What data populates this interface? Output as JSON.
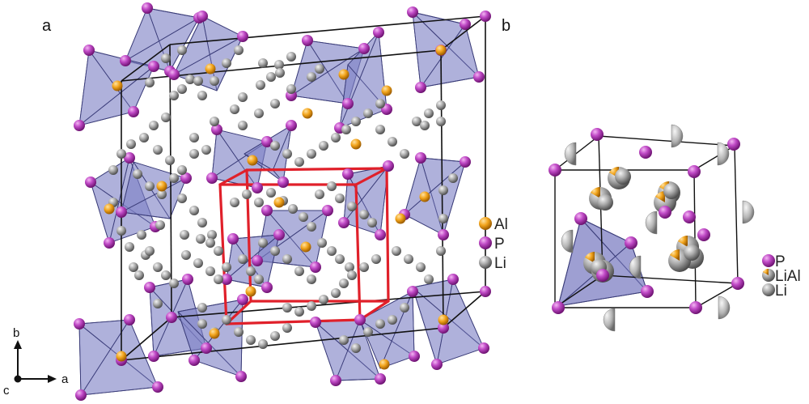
{
  "panels": {
    "a": {
      "label": "a",
      "legend": [
        {
          "label": "Al",
          "color": "#f2a41c"
        },
        {
          "label": "P",
          "color": "#b23bb8"
        },
        {
          "label": "Li",
          "color": "#9a9a9a"
        }
      ]
    },
    "b": {
      "label": "b",
      "legend": [
        {
          "label": "P",
          "color": "#b23bb8"
        },
        {
          "label": "LiAl",
          "color": "#f2a41c"
        },
        {
          "label": "Li",
          "color": "#9a9a9a"
        }
      ]
    }
  },
  "axes": {
    "b": "b",
    "c": "c",
    "a": "a"
  },
  "colors": {
    "polyhedron_fill": "#7d80c4",
    "polyhedron_edge": "#3a3c78",
    "cell_edge": "#111111",
    "subcell_edge": "#e0202a",
    "P": "#b23bb8",
    "Al": "#f2a41c",
    "Li": "#9a9a9a"
  }
}
